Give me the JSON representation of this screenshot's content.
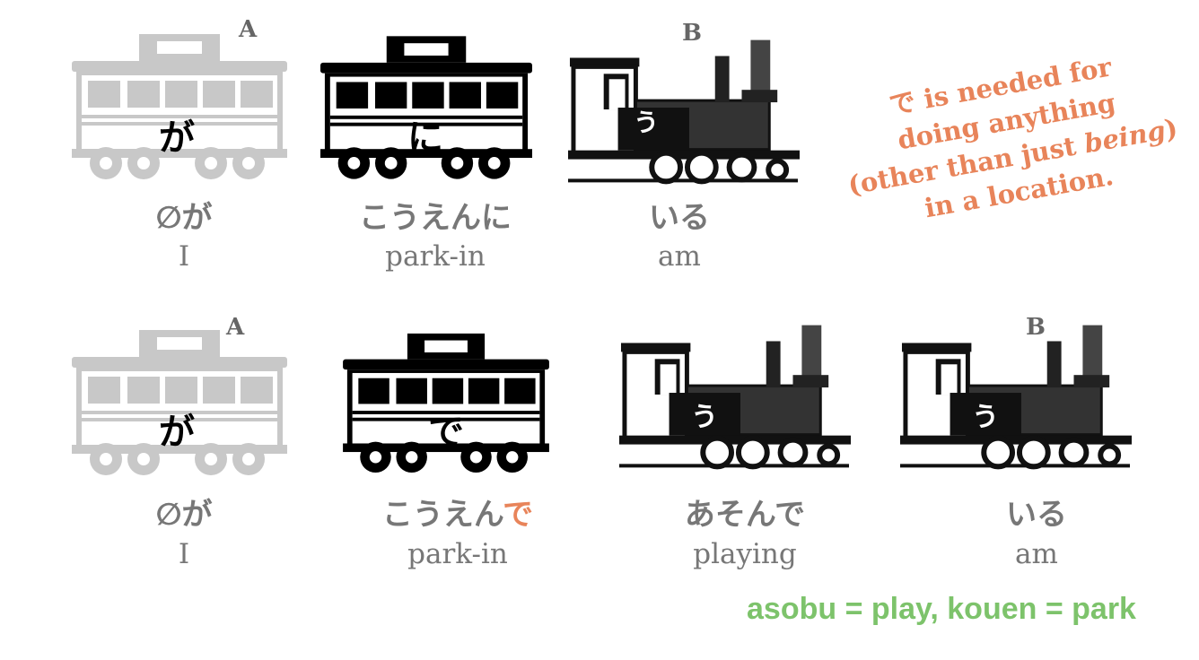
{
  "row1": {
    "a_letter": "A",
    "b_letter": "B",
    "car1": {
      "particle": "が",
      "jp": "∅が",
      "en": "I"
    },
    "car2": {
      "particle": "に",
      "jp": "こうえんに",
      "en": "park-in"
    },
    "car3": {
      "particle": "う",
      "jp": "いる",
      "en": "am"
    }
  },
  "row2": {
    "a_letter": "A",
    "b_letter": "B",
    "car1": {
      "particle": "が",
      "jp": "∅が",
      "en": "I"
    },
    "car2": {
      "particle": "で",
      "jp_main": "こうえん",
      "jp_highlight": "で",
      "en": "park-in"
    },
    "car3": {
      "particle": "う",
      "jp": "あそんで",
      "en": "playing"
    },
    "car4": {
      "particle": "う",
      "jp": "いる",
      "en": "am"
    }
  },
  "note": {
    "line1": "で is needed for",
    "line2": "doing anything",
    "line3_a": "(other than just ",
    "line3_b": "being",
    "line3_c": ")",
    "line4": "in a location."
  },
  "vocab": "asobu = play, kouen = park",
  "colors": {
    "highlight": "#e8845a",
    "vocab": "#7dc36b",
    "faded": "#c8c8c8"
  }
}
